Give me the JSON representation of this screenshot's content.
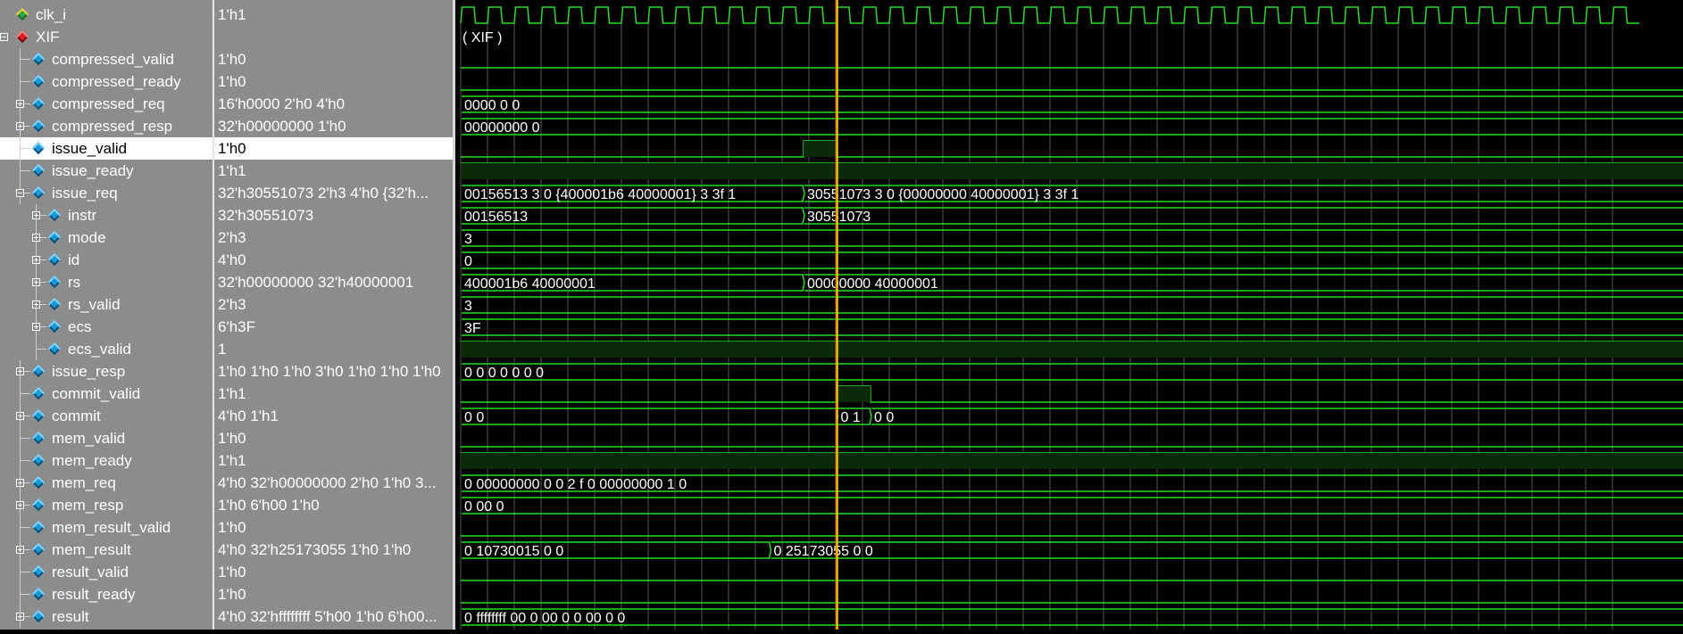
{
  "signals": [
    {
      "name": "clk_i",
      "value": "1'h1",
      "depth": 0,
      "expander": "none",
      "icon": "clock-icon",
      "selected": false
    },
    {
      "name": "XIF",
      "value": "",
      "depth": 0,
      "expander": "minus",
      "icon": "interface-icon",
      "selected": false
    },
    {
      "name": "compressed_valid",
      "value": "1'h0",
      "depth": 1,
      "expander": "none",
      "icon": "signal-icon",
      "selected": false
    },
    {
      "name": "compressed_ready",
      "value": "1'h0",
      "depth": 1,
      "expander": "none",
      "icon": "signal-icon",
      "selected": false
    },
    {
      "name": "compressed_req",
      "value": "16'h0000 2'h0 4'h0",
      "depth": 1,
      "expander": "plus",
      "icon": "signal-icon",
      "selected": false
    },
    {
      "name": "compressed_resp",
      "value": "32'h00000000 1'h0",
      "depth": 1,
      "expander": "plus",
      "icon": "signal-icon",
      "selected": false
    },
    {
      "name": "issue_valid",
      "value": "1'h0",
      "depth": 1,
      "expander": "none",
      "icon": "signal-icon",
      "selected": true
    },
    {
      "name": "issue_ready",
      "value": "1'h1",
      "depth": 1,
      "expander": "none",
      "icon": "signal-icon",
      "selected": false
    },
    {
      "name": "issue_req",
      "value": "32'h30551073 2'h3 4'h0 {32'h...",
      "depth": 1,
      "expander": "minus",
      "icon": "signal-icon",
      "selected": false
    },
    {
      "name": "instr",
      "value": "32'h30551073",
      "depth": 2,
      "expander": "plus",
      "icon": "signal-icon",
      "selected": false
    },
    {
      "name": "mode",
      "value": "2'h3",
      "depth": 2,
      "expander": "plus",
      "icon": "signal-icon",
      "selected": false
    },
    {
      "name": "id",
      "value": "4'h0",
      "depth": 2,
      "expander": "plus",
      "icon": "signal-icon",
      "selected": false
    },
    {
      "name": "rs",
      "value": "32'h00000000 32'h40000001",
      "depth": 2,
      "expander": "plus",
      "icon": "signal-icon",
      "selected": false
    },
    {
      "name": "rs_valid",
      "value": "2'h3",
      "depth": 2,
      "expander": "plus",
      "icon": "signal-icon",
      "selected": false
    },
    {
      "name": "ecs",
      "value": "6'h3F",
      "depth": 2,
      "expander": "plus",
      "icon": "signal-icon",
      "selected": false
    },
    {
      "name": "ecs_valid",
      "value": "1",
      "depth": 2,
      "expander": "none",
      "icon": "signal-icon",
      "selected": false
    },
    {
      "name": "issue_resp",
      "value": "1'h0 1'h0 1'h0 3'h0 1'h0 1'h0 1'h0",
      "depth": 1,
      "expander": "plus",
      "icon": "signal-icon",
      "selected": false
    },
    {
      "name": "commit_valid",
      "value": "1'h1",
      "depth": 1,
      "expander": "none",
      "icon": "signal-icon",
      "selected": false
    },
    {
      "name": "commit",
      "value": "4'h0 1'h1",
      "depth": 1,
      "expander": "plus",
      "icon": "signal-icon",
      "selected": false
    },
    {
      "name": "mem_valid",
      "value": "1'h0",
      "depth": 1,
      "expander": "none",
      "icon": "signal-icon",
      "selected": false
    },
    {
      "name": "mem_ready",
      "value": "1'h1",
      "depth": 1,
      "expander": "none",
      "icon": "signal-icon",
      "selected": false
    },
    {
      "name": "mem_req",
      "value": "4'h0 32'h00000000 2'h0 1'h0 3...",
      "depth": 1,
      "expander": "plus",
      "icon": "signal-icon",
      "selected": false
    },
    {
      "name": "mem_resp",
      "value": "1'h0 6'h00 1'h0",
      "depth": 1,
      "expander": "plus",
      "icon": "signal-icon",
      "selected": false
    },
    {
      "name": "mem_result_valid",
      "value": "1'h0",
      "depth": 1,
      "expander": "none",
      "icon": "signal-icon",
      "selected": false
    },
    {
      "name": "mem_result",
      "value": "4'h0 32'h25173055 1'h0 1'h0",
      "depth": 1,
      "expander": "plus",
      "icon": "signal-icon",
      "selected": false
    },
    {
      "name": "result_valid",
      "value": "1'h0",
      "depth": 1,
      "expander": "none",
      "icon": "signal-icon",
      "selected": false
    },
    {
      "name": "result_ready",
      "value": "1'h0",
      "depth": 1,
      "expander": "none",
      "icon": "signal-icon",
      "selected": false
    },
    {
      "name": "result",
      "value": "4'h0 32'hffffffff 5'h00 1'h0 6'h00...",
      "depth": 1,
      "expander": "plus",
      "icon": "signal-icon",
      "selected": false
    }
  ],
  "waves": [
    {
      "kind": "clock",
      "period": 1
    },
    {
      "kind": "label",
      "text": "( XIF )"
    },
    {
      "kind": "bit",
      "segments": [
        [
          0,
          0
        ]
      ]
    },
    {
      "kind": "bit",
      "segments": [
        [
          0,
          0
        ]
      ]
    },
    {
      "kind": "bus",
      "segments": [
        [
          0,
          "0000 0 0"
        ]
      ]
    },
    {
      "kind": "bus",
      "segments": [
        [
          0,
          "00000000 0"
        ]
      ]
    },
    {
      "kind": "bit",
      "segments": [
        [
          0,
          0
        ],
        [
          12.8,
          1
        ],
        [
          14.05,
          0
        ]
      ]
    },
    {
      "kind": "bit",
      "segments": [
        [
          0,
          1
        ]
      ]
    },
    {
      "kind": "bus",
      "segments": [
        [
          0,
          "00156513 3 0 {400001b6 40000001} 3 3f 1"
        ],
        [
          12.8,
          "30551073 3 0 {00000000 40000001} 3 3f 1"
        ]
      ]
    },
    {
      "kind": "bus",
      "segments": [
        [
          0,
          "00156513"
        ],
        [
          12.8,
          "30551073"
        ]
      ]
    },
    {
      "kind": "bus",
      "segments": [
        [
          0,
          "3"
        ]
      ]
    },
    {
      "kind": "bus",
      "segments": [
        [
          0,
          "0"
        ]
      ]
    },
    {
      "kind": "bus",
      "segments": [
        [
          0,
          "400001b6 40000001"
        ],
        [
          12.8,
          "00000000 40000001"
        ]
      ]
    },
    {
      "kind": "bus",
      "segments": [
        [
          0,
          "3"
        ]
      ]
    },
    {
      "kind": "bus",
      "segments": [
        [
          0,
          "3F"
        ]
      ]
    },
    {
      "kind": "bit",
      "segments": [
        [
          0,
          1
        ]
      ]
    },
    {
      "kind": "bus",
      "segments": [
        [
          0,
          "0 0 0 0 0 0 0"
        ]
      ]
    },
    {
      "kind": "bit",
      "segments": [
        [
          0,
          0
        ],
        [
          14.05,
          1
        ],
        [
          15.3,
          0
        ]
      ]
    },
    {
      "kind": "bus",
      "segments": [
        [
          0,
          "0 0"
        ],
        [
          14.05,
          "0 1"
        ],
        [
          15.3,
          "0 0"
        ]
      ]
    },
    {
      "kind": "bit",
      "segments": [
        [
          0,
          0
        ]
      ]
    },
    {
      "kind": "bit",
      "segments": [
        [
          0,
          1
        ]
      ]
    },
    {
      "kind": "bus",
      "segments": [
        [
          0,
          "0 00000000 0 0 2 f 0 00000000 1 0"
        ]
      ]
    },
    {
      "kind": "bus",
      "segments": [
        [
          0,
          "0 00 0"
        ]
      ]
    },
    {
      "kind": "bit",
      "segments": [
        [
          0,
          0
        ]
      ]
    },
    {
      "kind": "bus",
      "segments": [
        [
          0,
          "0 10730015 0 0"
        ],
        [
          11.55,
          "0 25173055 0 0"
        ]
      ]
    },
    {
      "kind": "bit",
      "segments": [
        [
          0,
          0
        ]
      ]
    },
    {
      "kind": "bit",
      "segments": [
        [
          0,
          0
        ]
      ]
    },
    {
      "kind": "bus",
      "segments": [
        [
          0,
          "0 ffffffff 00 0 00 0 0 00 0 0"
        ]
      ]
    }
  ],
  "cursor_time": 14.05,
  "time_span": 43.5,
  "colors": {
    "wave": "#22e022",
    "cursor": "#f2c400",
    "grid": "#555555",
    "text": "#ffffff"
  }
}
